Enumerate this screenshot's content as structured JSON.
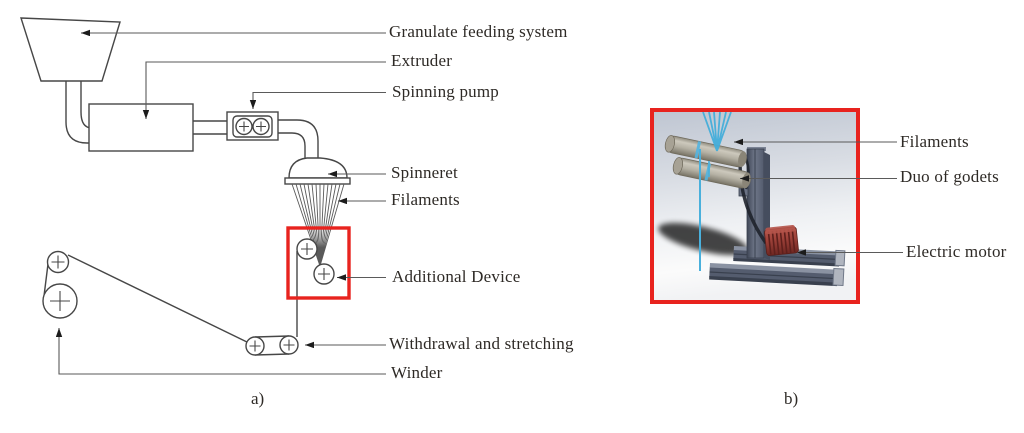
{
  "figure": {
    "panel_a": {
      "caption": "a)",
      "labels": [
        {
          "text": "Granulate feeding system"
        },
        {
          "text": "Extruder"
        },
        {
          "text": "Spinning pump"
        },
        {
          "text": "Spinneret"
        },
        {
          "text": "Filaments"
        },
        {
          "text": "Additional Device"
        },
        {
          "text": "Withdrawal and stretching"
        },
        {
          "text": "Winder"
        }
      ]
    },
    "panel_b": {
      "caption": "b)",
      "labels": [
        {
          "text": "Filaments"
        },
        {
          "text": "Duo of godets"
        },
        {
          "text": "Electric motor"
        }
      ]
    },
    "colors": {
      "highlight_red": "#e8231e",
      "diagram_line": "#474747",
      "label_line": "#5a5a5a",
      "filament_blue": "#45aeda",
      "frame_slate": "#5d6577",
      "motor_red": "#9c4038",
      "godet_tan": "#b5b1a4",
      "text": "#2e2a26",
      "background": "#ffffff"
    }
  }
}
